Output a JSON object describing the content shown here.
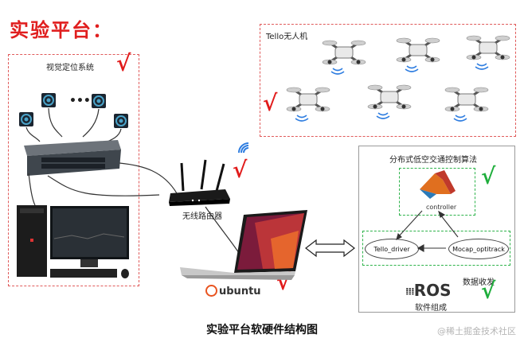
{
  "title": "实验平台：",
  "vision_system": {
    "label": "视觉定位系统",
    "ellipsis": "•••"
  },
  "drones": {
    "label": "Tello无人机"
  },
  "router": {
    "label": "无线路由器"
  },
  "algorithm": {
    "label": "分布式低空交通控制算法",
    "controller_label": "controller"
  },
  "ros": {
    "label": "ROS",
    "node_driver": "Tello_driver",
    "node_mocap": "Mocap_optitrack",
    "data_label": "数据收发",
    "software_label": "软件组成"
  },
  "laptop": {
    "os_label": "ubuntu"
  },
  "caption": "实验平台软硬件结构图",
  "watermark": "@稀土掘金技术社区",
  "colors": {
    "check_red": "#e11b1b",
    "check_green": "#1fae3c",
    "dash_red": "#e05a5a",
    "dash_green": "#2db34a",
    "wifi_blue": "#2e7de0",
    "ubuntu_orange": "#e95420"
  }
}
